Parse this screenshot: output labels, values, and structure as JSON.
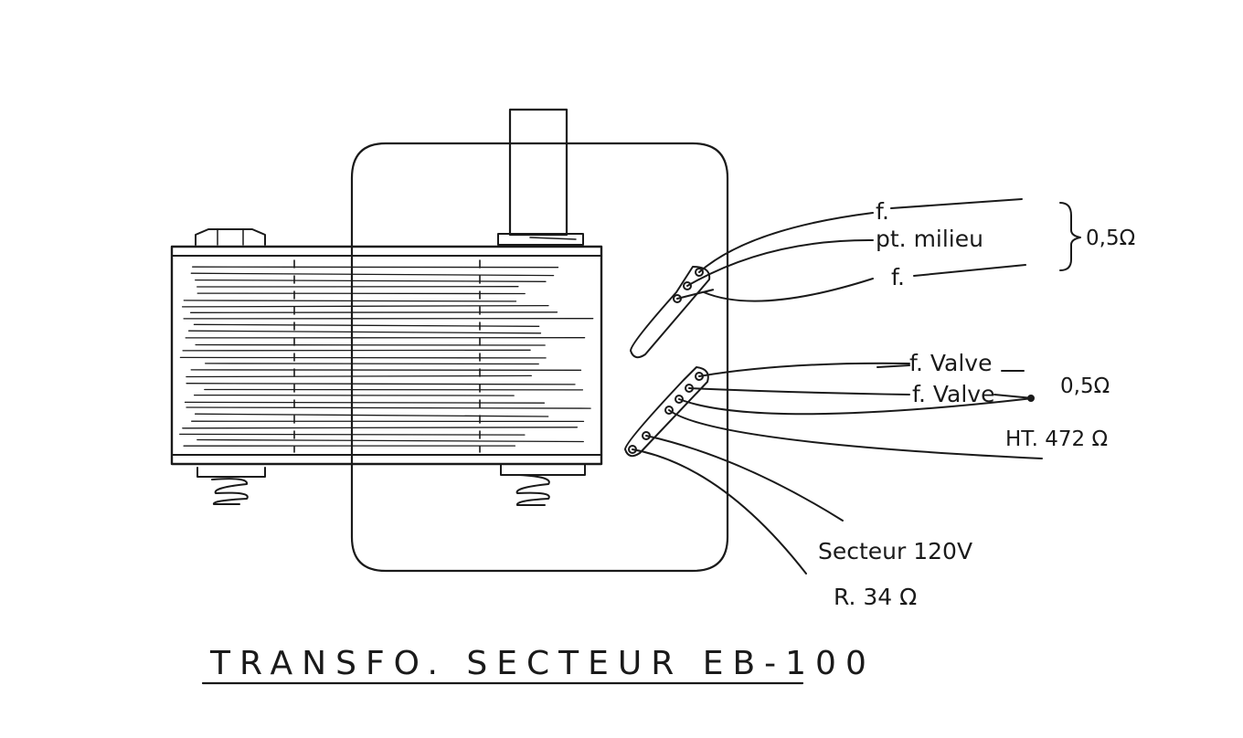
{
  "diagram": {
    "title": "TRANSFO. SECTEUR EB-100",
    "labels": {
      "f_top": "f.",
      "pt_milieu": "pt. milieu",
      "f_bottom": "f.",
      "bracket_value": "0,5Ω",
      "f_valve_1": "f. Valve",
      "f_valve_2": "f. Valve",
      "valve_value": "0,5Ω",
      "ht_value": "HT. 472 Ω",
      "secteur": "Secteur 120V",
      "secteur_resistance": "R. 34 Ω"
    },
    "ink_color": "#1a1a1a",
    "paper_color": "#ffffff"
  }
}
